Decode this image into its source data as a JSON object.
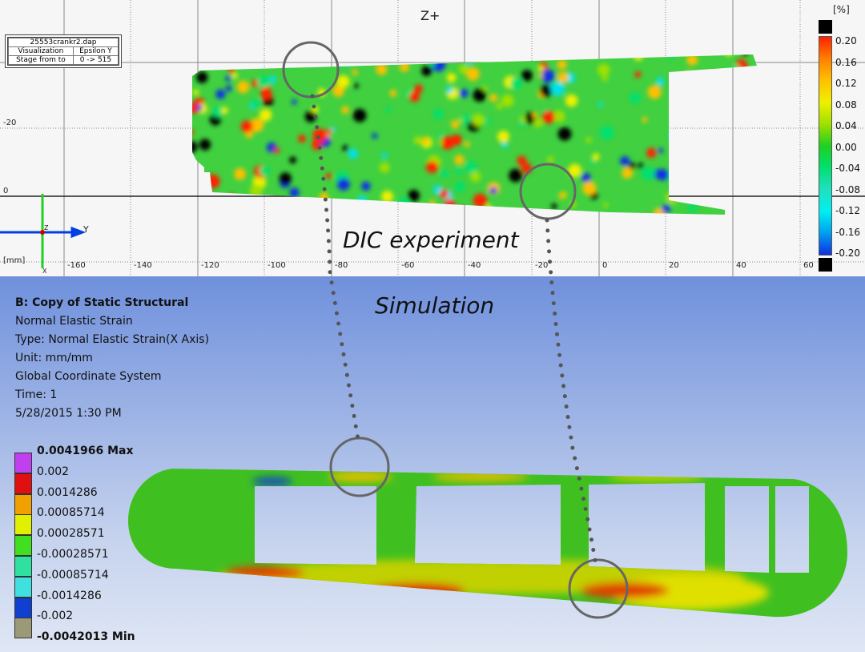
{
  "dic": {
    "view_label": "Z+",
    "info": {
      "file": "25553crankr2.dap",
      "rows": [
        {
          "key": "Visualization",
          "value": "Epsilon Y"
        },
        {
          "key": "Stage from to",
          "value": "0 -> 515"
        }
      ]
    },
    "unit": "[mm]",
    "x_ticks": [
      "-160",
      "-140",
      "-120",
      "-100",
      "-80",
      "-60",
      "-40",
      "-20",
      "0",
      "20",
      "40",
      "60"
    ],
    "y_ticks": [
      "-20",
      "0"
    ],
    "axis_y_label": "Y",
    "axis_z_label": "Z",
    "axis_x_label": "X",
    "colorbar": {
      "unit": "[%]",
      "labels": [
        "0.20",
        "0.16",
        "0.12",
        "0.08",
        "0.04",
        "0.00",
        "-0.04",
        "-0.08",
        "-0.12",
        "-0.16",
        "-0.20"
      ],
      "colors": [
        "#ff2000",
        "#ff8000",
        "#ffc000",
        "#f0f000",
        "#a0e000",
        "#20d020",
        "#00e070",
        "#20e0c0",
        "#00f0f0",
        "#00a0f0",
        "#1030e0"
      ]
    }
  },
  "annotations": {
    "dic": "DIC experiment",
    "sim": "Simulation"
  },
  "sim": {
    "title": "B: Copy of Static Structural",
    "lines": [
      "Normal Elastic Strain",
      "Type: Normal Elastic Strain(X Axis)",
      "Unit: mm/mm",
      "Global Coordinate System",
      "Time: 1",
      "5/28/2015 1:30 PM"
    ],
    "legend": {
      "labels": [
        "0.0041966 Max",
        "0.002",
        "0.0014286",
        "0.00085714",
        "0.00028571",
        "-0.00028571",
        "-0.00085714",
        "-0.0014286",
        "-0.002",
        "-0.0042013 Min"
      ],
      "colors": [
        "#c040f0",
        "#e01010",
        "#f0a000",
        "#e0f000",
        "#40e020",
        "#30e0a0",
        "#40e0e0",
        "#1040d0",
        "#9a9a78"
      ]
    }
  }
}
